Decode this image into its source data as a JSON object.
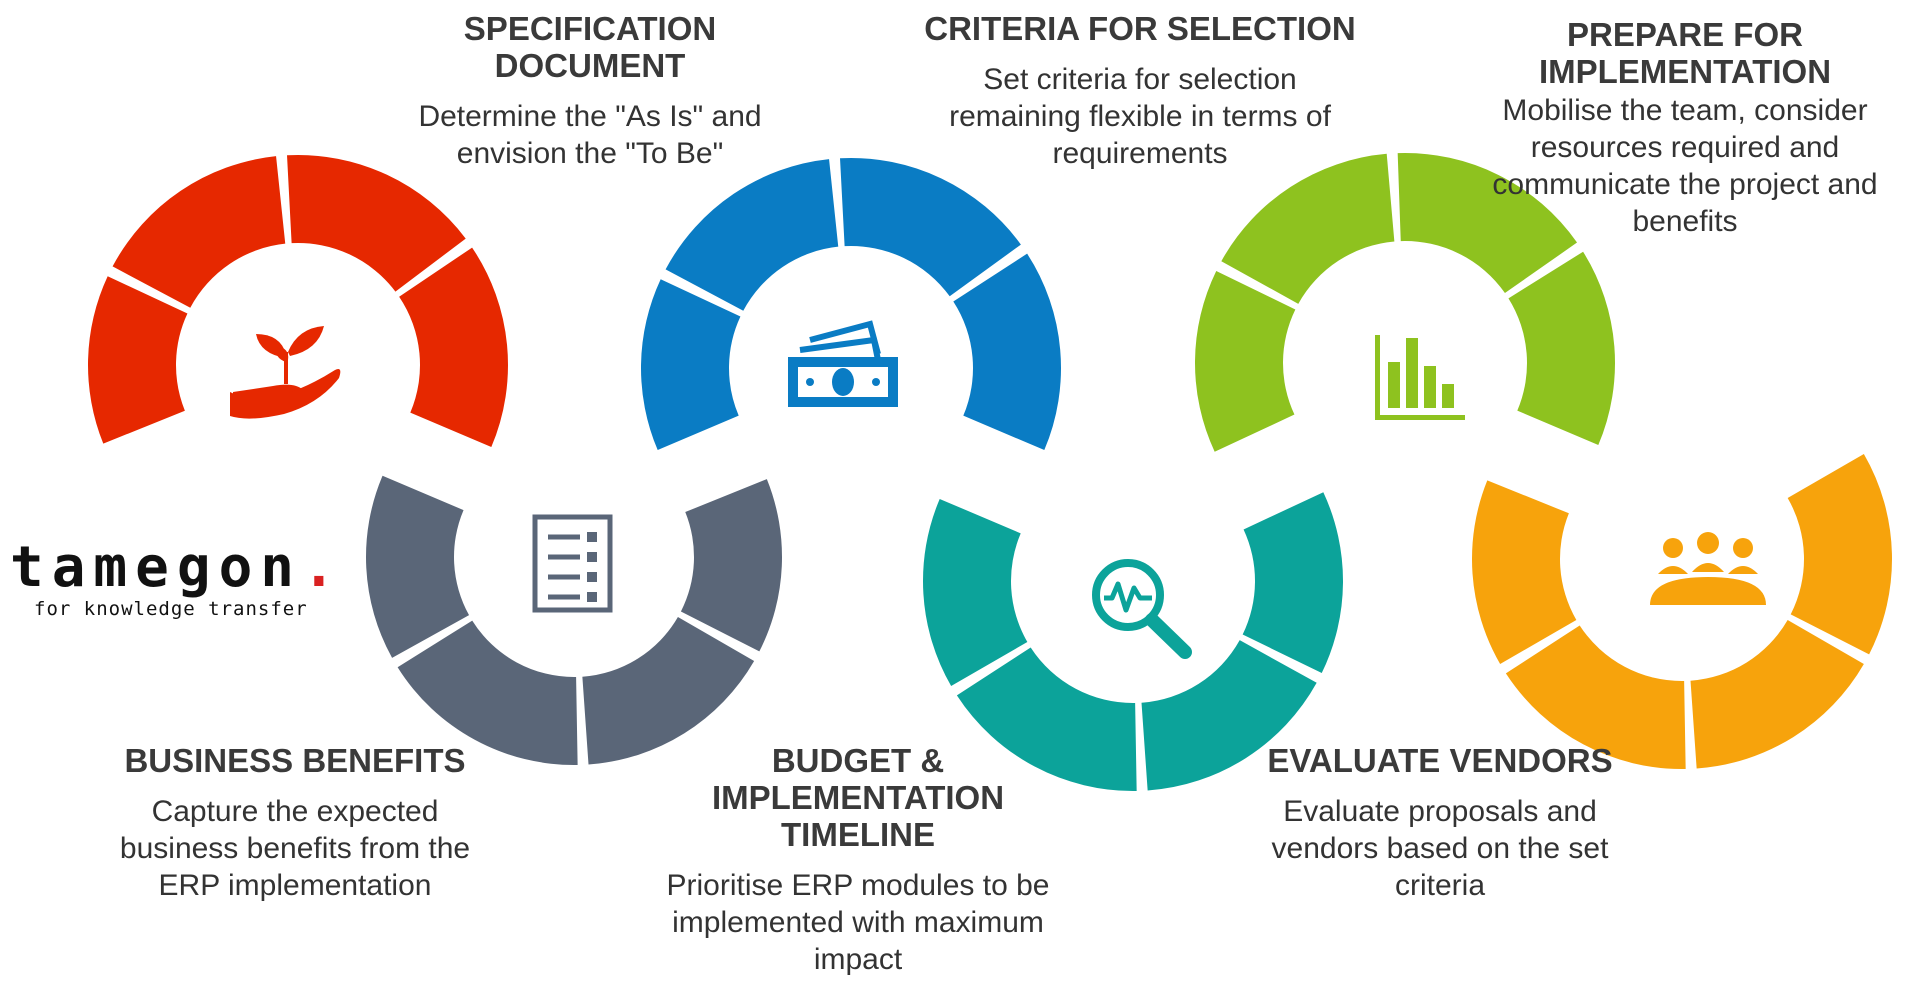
{
  "logo": {
    "brand": "tamegon",
    "dot": ".",
    "tagline": "for knowledge transfer"
  },
  "colors": {
    "red": "#e62800",
    "slate": "#5a6678",
    "blue": "#0a7cc4",
    "teal": "#0ca39a",
    "green": "#8ec21f",
    "orange": "#f7a30c"
  },
  "steps": [
    {
      "title": "BUSINESS BENEFITS",
      "text": [
        "Capture the expected",
        "business benefits from the",
        "ERP implementation"
      ]
    },
    {
      "title": "SPECIFICATION DOCUMENT",
      "text": [
        "Determine the \"As Is\" and",
        "envision the \"To Be\""
      ]
    },
    {
      "title": "BUDGET &\nIMPLEMENTATION\nTIMELINE",
      "text": [
        "Prioritise ERP modules to be",
        "implemented with maximum",
        "impact"
      ]
    },
    {
      "title": "CRITERIA FOR SELECTION",
      "text": [
        "Set criteria for selection",
        "remaining flexible in terms of",
        "requirements"
      ]
    },
    {
      "title": "EVALUATE VENDORS",
      "text": [
        "Evaluate proposals and",
        "vendors based on the set",
        "criteria"
      ]
    },
    {
      "title": "PREPARE FOR\nIMPLEMENTATION",
      "text": [
        "Mobilise the team, consider",
        "resources required and",
        "communicate the project and",
        "benefits"
      ]
    }
  ],
  "icons": [
    "plant-hand-icon",
    "document-list-icon",
    "money-stack-icon",
    "search-pulse-icon",
    "bar-chart-icon",
    "team-meeting-icon"
  ]
}
